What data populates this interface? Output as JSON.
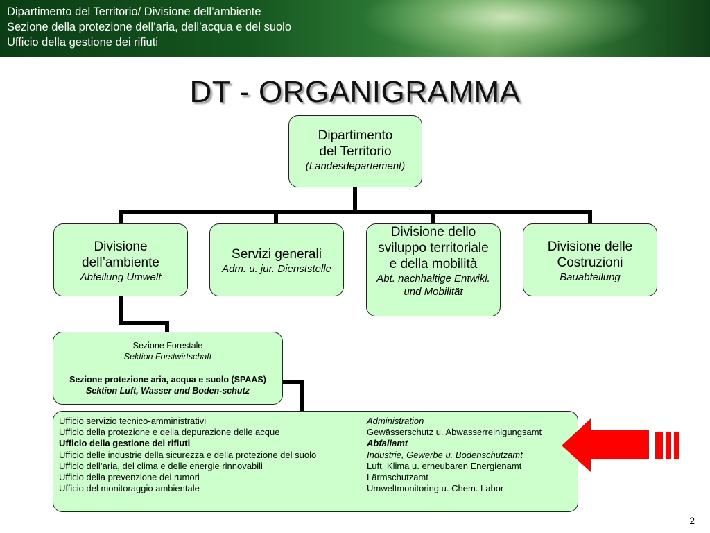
{
  "header": {
    "lines": [
      "Dipartimento del Territorio/ Divisione dell’ambiente",
      "Sezione della protezione dell’aria, dell’acqua e del suolo",
      "Ufficio della gestione dei rifiuti"
    ]
  },
  "title": "DT - ORGANIGRAMMA",
  "top_box": {
    "line1": "Dipartimento",
    "line2": "del Territorio",
    "line3": "(Landesdepartement)"
  },
  "divisions": [
    {
      "line1": "Divisione",
      "line2": "dell’ambiente",
      "sub": "Abteilung Umwelt"
    },
    {
      "line1": "Servizi generali",
      "sub": "Adm. u. jur. Dienststelle"
    },
    {
      "line1": "Divisione dello",
      "line2": "sviluppo territoriale",
      "line3": "e della mobilità",
      "sub1": "Abt. nachhaltige Entwikl.",
      "sub2": "und Mobilität"
    },
    {
      "line1": "Divisione delle",
      "line2": "Costruzioni",
      "sub": "Bauabteilung"
    }
  ],
  "sections": {
    "forest_it": "Sezione Forestale",
    "forest_de": "Sektion Forstwirtschaft",
    "spaas_it": "Sezione protezione aria, acqua e suolo (SPAAS)",
    "spaas_de": "Sektion Luft, Wasser und Boden-schutz"
  },
  "offices": [
    {
      "it": "Ufficio servizio tecnico-amministrativi",
      "de": "Administration",
      "it_bold": false,
      "de_italic": true,
      "de_bold": false
    },
    {
      "it": "Ufficio della protezione e della depurazione delle acque",
      "de": "Gewässerschutz u. Abwasserreinigungsamt",
      "it_bold": false,
      "de_italic": false,
      "de_bold": false
    },
    {
      "it": "Ufficio della gestione dei rifiuti",
      "de": "Abfallamt",
      "it_bold": true,
      "de_italic": true,
      "de_bold": true
    },
    {
      "it": "Ufficio delle industrie della sicurezza e della protezione del suolo",
      "de": "Industrie, Gewerbe u. Bodenschutzamt",
      "it_bold": false,
      "de_italic": true,
      "de_bold": false
    },
    {
      "it": "Ufficio dell’aria, del clima e delle energie rinnovabili",
      "de": "Luft, Klima u. erneubaren Energienamt",
      "it_bold": false,
      "de_italic": false,
      "de_bold": false
    },
    {
      "it": "Ufficio della prevenzione dei rumori",
      "de": "Lärmschutzamt",
      "it_bold": false,
      "de_italic": false,
      "de_bold": false
    },
    {
      "it": "Ufficio del monitoraggio ambientale",
      "de": "Umweltmonitoring u. Chem. Labor",
      "it_bold": false,
      "de_italic": false,
      "de_bold": false
    }
  ],
  "arrow_color": "#ff0000",
  "box_color": "#ccffcc",
  "page_number": "2"
}
